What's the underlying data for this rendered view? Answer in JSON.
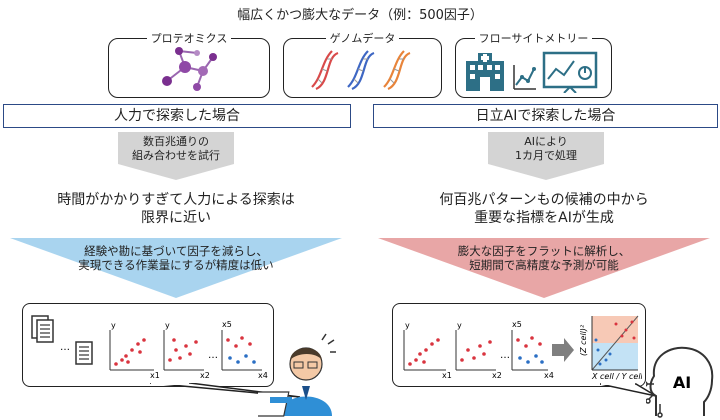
{
  "title": "幅広くかつ膨大なデータ（例：500因子）",
  "categories": [
    {
      "label": "プロテオミクス",
      "icon": "molecule-icon"
    },
    {
      "label": "ゲノムデータ",
      "icon": "dna-icon"
    },
    {
      "label": "フローサイトメトリー",
      "icon": "hospital-chart-icon"
    }
  ],
  "left": {
    "header": "人力で探索した場合",
    "arrow_text": [
      "数百兆通りの",
      "組み合わせを試行"
    ],
    "result": [
      "時間がかかりすぎて人力による探索は",
      "限界に近い"
    ],
    "funnel_text": [
      "経験や勘に基づいて因子を減らし、",
      "実現できる作業量にするが精度は低い"
    ],
    "axis_x_labels": [
      "x1",
      "x2",
      "x4"
    ],
    "axis_y_label": "y",
    "axis_x5": "x5",
    "ellipsis": "…"
  },
  "right": {
    "header": "日立AIで探索した場合",
    "arrow_text": [
      "AIにより",
      "1カ月で処理"
    ],
    "result": [
      "何百兆パターンもの候補の中から",
      "重要な指標をAIが生成"
    ],
    "funnel_text": [
      "膨大な因子をフラットに解析し、",
      "短期間で高精度な予測が可能"
    ],
    "axis_x_labels": [
      "x1",
      "x2",
      "x4"
    ],
    "axis_y_label": "y",
    "axis_x5": "x5",
    "generated_y": "(Z cell)²",
    "generated_x": "X cell / Y cell",
    "ai_label": "AI"
  },
  "colors": {
    "header_border": "#2c4a86",
    "gray_arrow": "#d4d4d4",
    "blue_funnel": "#a9d4ef",
    "red_funnel": "#e8a6a6",
    "scatter_red": "#d9343f",
    "scatter_blue": "#2b6fc4",
    "molecule": "#7a2f8f"
  }
}
